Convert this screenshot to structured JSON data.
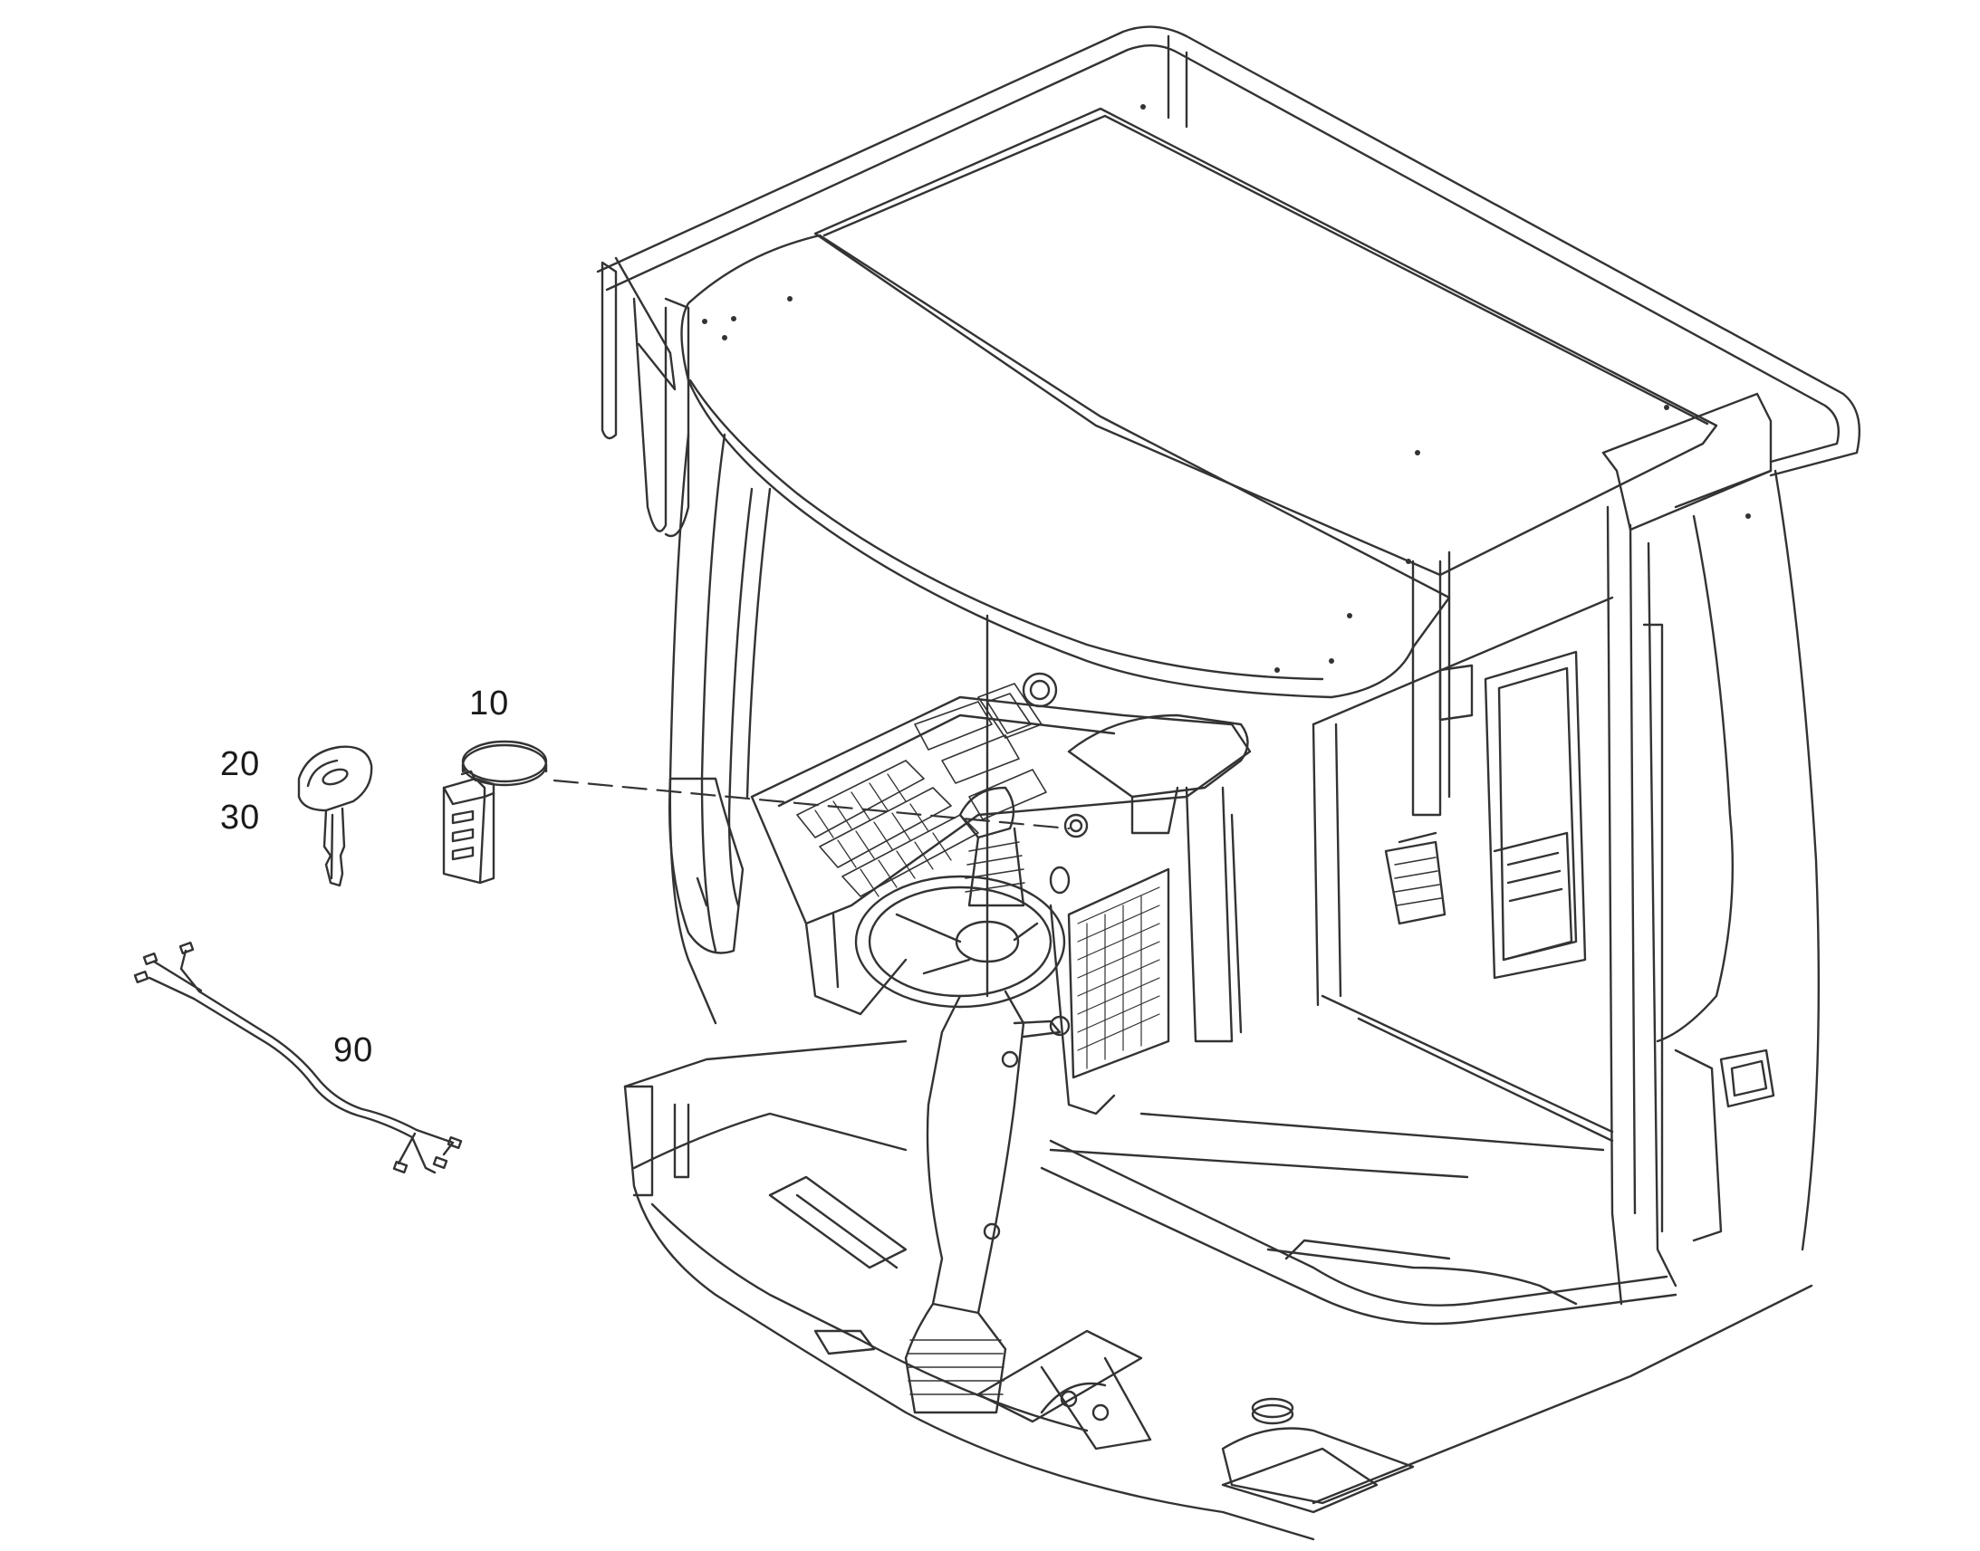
{
  "callouts": {
    "ignition_switch": "10",
    "key_a": "20",
    "key_b": "30",
    "wiring_harness": "90"
  },
  "colors": {
    "line": "#333333",
    "background": "#ffffff"
  }
}
